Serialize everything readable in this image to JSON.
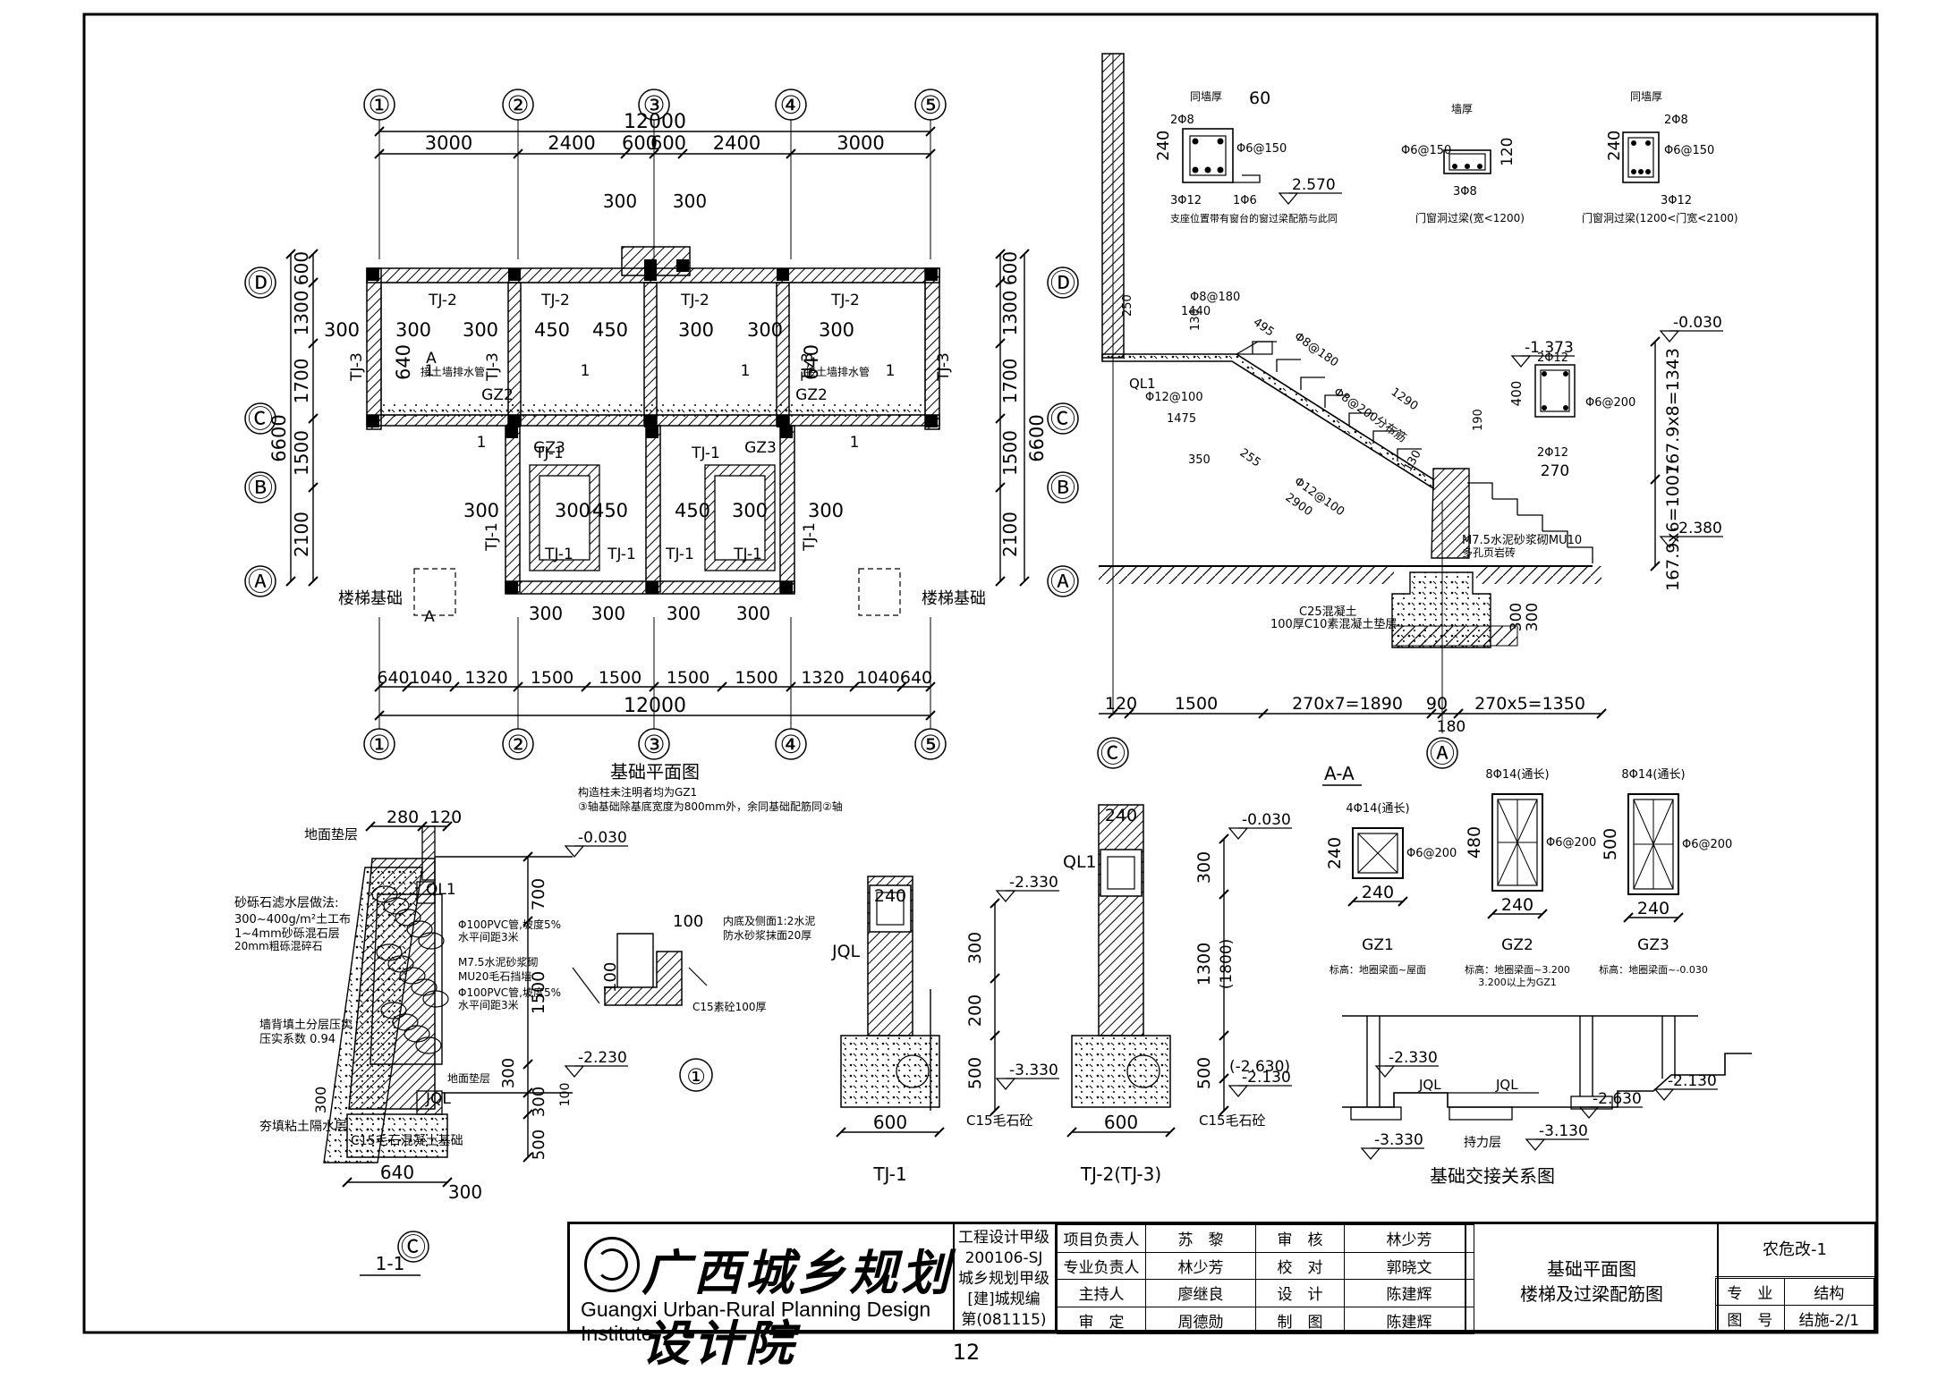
{
  "page_number": "12",
  "plan": {
    "title": "基础平面图",
    "note_line1": "构造柱未注明者均为GZ1",
    "note_line2": "③轴基础除基底宽度为800mm外，余同基础配筋同②轴",
    "axes_x": [
      "①",
      "②",
      "③",
      "④",
      "⑤"
    ],
    "axes_y": [
      "Ⓓ",
      "Ⓒ",
      "Ⓑ",
      "Ⓐ"
    ],
    "top_total": "12000",
    "top_dims": [
      "3000",
      "2400",
      "600",
      "600",
      "2400",
      "3000"
    ],
    "top_dims2": [
      "300",
      "300"
    ],
    "bottom_total": "12000",
    "bottom_dims": [
      "640",
      "1040",
      "1320",
      "1500",
      "1500",
      "1500",
      "1500",
      "1320",
      "1040",
      "640"
    ],
    "bottom_dims2": [
      "300",
      "300",
      "300",
      "300"
    ],
    "left_dims": [
      "600",
      "1300",
      "1700",
      "1500",
      "2100"
    ],
    "left_total": "6600",
    "right_dims": [
      "600",
      "1300",
      "1700",
      "1500",
      "2100"
    ],
    "right_total": "6600",
    "tj_labels": [
      "TJ-2",
      "TJ-2",
      "TJ-2",
      "TJ-2",
      "TJ-3",
      "TJ-3",
      "TJ-3",
      "TJ-3",
      "TJ-1",
      "TJ-1",
      "TJ-1",
      "TJ-1",
      "TJ-1",
      "TJ-1",
      "TJ-1",
      "TJ-1"
    ],
    "gz_labels": [
      "GZ2",
      "GZ2",
      "GZ3",
      "GZ3"
    ],
    "inner_dims": [
      "300",
      "300",
      "300",
      "450",
      "450",
      "300",
      "300",
      "300",
      "640",
      "640",
      "300",
      "300",
      "450",
      "450",
      "300",
      "300"
    ],
    "section_marks": [
      "1",
      "1",
      "1",
      "1",
      "1",
      "1",
      "A",
      "A"
    ],
    "pipe_note": "接土墙排水管",
    "stair_base": "楼梯基础"
  },
  "section_1_1": {
    "title": "1-1",
    "axis": "Ⓒ",
    "labels": [
      "地面垫层",
      "砂砾石滤水层做法:",
      "300~400g/m²土工布",
      "1~4mm砂砾混石层",
      "20mm粗砾混碎石",
      "墙背填土分层压实",
      "压实系数 0.94",
      "夯填粘土隔水层",
      "QL1",
      "JQL",
      "C15毛石混凝土基础",
      "Φ100PVC管,坡度5%",
      "水平间距3米",
      "M7.5水泥砂浆砌",
      "MU20毛石挡墙",
      "Φ100PVC管,坡度5%",
      "水平间距3米",
      "地面垫层"
    ],
    "dims": [
      "280",
      "120",
      "700",
      "1500",
      "300",
      "300",
      "500",
      "640",
      "300",
      "300",
      "100"
    ],
    "levels": [
      "-0.030",
      "-2.230"
    ]
  },
  "detail_1": {
    "mark": "①",
    "labels": [
      "内底及侧面1:2水泥",
      "防水砂浆抹面20厚",
      "C15素砼100厚"
    ],
    "dims": [
      "100",
      "100"
    ]
  },
  "tj1": {
    "title": "TJ-1",
    "labels": [
      "JQL",
      "C15毛石砼"
    ],
    "dims": [
      "240",
      "300",
      "200",
      "500",
      "600"
    ],
    "levels": [
      "-2.330",
      "-3.330"
    ]
  },
  "tj2": {
    "title": "TJ-2(TJ-3)",
    "labels": [
      "QL1",
      "C15毛石砼"
    ],
    "dims": [
      "240",
      "300",
      "1300",
      "(1800)",
      "500",
      "600"
    ],
    "levels": [
      "-0.030",
      "(-2.630)",
      "-2.130"
    ]
  },
  "stair": {
    "levels": [
      "-0.030",
      "-1.373",
      "-2.380"
    ],
    "dims_v": [
      "167.9x8=1343",
      "167.9x6=1007",
      "400",
      "300",
      "300"
    ],
    "dims_h": [
      "120",
      "1500",
      "270x7=1890",
      "90",
      "270x5=1350",
      "180",
      "270"
    ],
    "rebar": [
      "Φ8@180",
      "1440",
      "495",
      "Φ8@180",
      "1290",
      "Φ8@200分布筋",
      "Φ12@100",
      "1475",
      "350",
      "255",
      "Φ12@100",
      "2900",
      "130",
      "130",
      "190",
      "2Φ12",
      "Φ6@200",
      "2Φ12"
    ],
    "labels": [
      "QL1",
      "M7.5水泥砂浆砌MU10",
      "多孔页岩砖",
      "C25混凝土",
      "100厚C10素混凝土垫层",
      "250"
    ],
    "axes": [
      "Ⓒ",
      "Ⓐ"
    ]
  },
  "lintels": [
    {
      "title": "支座位置带有窗台的窗过梁配筋与此同",
      "labels": [
        "同墙厚",
        "60",
        "2Φ8",
        "Φ6@150",
        "3Φ12",
        "1Φ6",
        "240",
        "2.570"
      ]
    },
    {
      "title": "门窗洞过梁(宽<1200)",
      "labels": [
        "墙厚",
        "Φ6@150",
        "3Φ8",
        "120"
      ]
    },
    {
      "title": "门窗洞过梁(1200<门宽<2100)",
      "labels": [
        "同墙厚",
        "2Φ8",
        "Φ6@150",
        "3Φ12",
        "240"
      ]
    }
  ],
  "columns": {
    "title": "A-A",
    "items": [
      {
        "name": "GZ1",
        "top": "4Φ14(通长)",
        "stir": "Φ6@200",
        "w": "240",
        "h": "240",
        "note": "标高：地圈梁面~屋面"
      },
      {
        "name": "GZ2",
        "top": "8Φ14(通长)",
        "stir": "Φ6@200",
        "w": "240",
        "h": "480",
        "note": "标高：地圈梁面~3.200",
        "note2": "3.200以上为GZ1"
      },
      {
        "name": "GZ3",
        "top": "8Φ14(通长)",
        "stir": "Φ6@200",
        "w": "240",
        "h": "500",
        "note": "标高：地圈梁面~-0.030"
      }
    ]
  },
  "relation": {
    "title": "基础交接关系图",
    "labels": [
      "JQL",
      "JQL",
      "持力层"
    ],
    "levels": [
      "-2.330",
      "-2.630",
      "-2.130",
      "-3.330",
      "-3.130"
    ]
  },
  "titleblock": {
    "company_cn": "广西城乡规划设计院",
    "company_en": "Guangxi Urban-Rural Planning Design Institute",
    "qual": [
      "工程设计甲级",
      "200106-SJ",
      "城乡规划甲级",
      "[建]城规编",
      "第(081115)"
    ],
    "roles": [
      [
        "项目负责人",
        "苏　黎",
        "审　核",
        "林少芳"
      ],
      [
        "专业负责人",
        "林少芳",
        "校　对",
        "郭晓文"
      ],
      [
        "主持人",
        "廖继良",
        "设　计",
        "陈建辉"
      ],
      [
        "审　定",
        "周德勋",
        "制　图",
        "陈建辉"
      ]
    ],
    "drawing_title": [
      "基础平面图",
      "楼梯及过梁配筋图"
    ],
    "project": "农危改-1",
    "discipline_label": "专　业",
    "discipline": "结构",
    "sheet_label": "图　号",
    "sheet": "结施-2/1"
  }
}
